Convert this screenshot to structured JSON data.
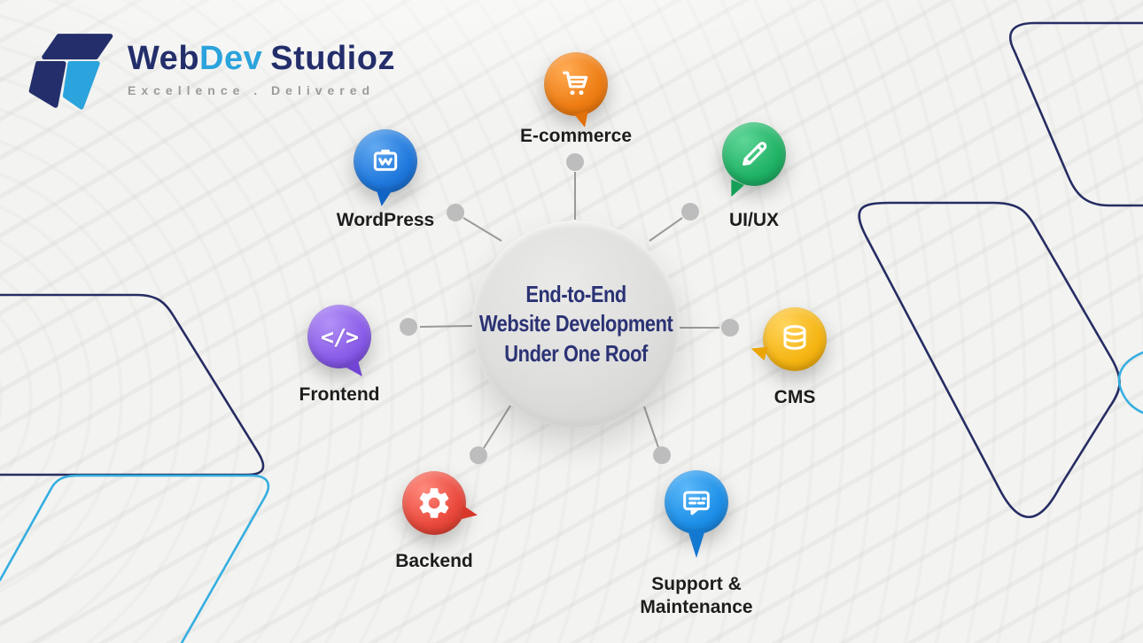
{
  "brand": {
    "word1": "Web",
    "word2": "Dev",
    "word3": "Studioz",
    "tagline": "Excellence . Delivered",
    "colors": {
      "navy": "#232e6b",
      "blue": "#2ba3dc",
      "tagline_gray": "#9b9b9b"
    }
  },
  "center": {
    "line1": "End-to-End",
    "line2": "Website Development",
    "line3": "Under One Roof",
    "text_color": "#2b3274",
    "circle_color": "#dddddc"
  },
  "connectors": {
    "line_color": "#9a9a9a",
    "dot_color": "#bdbdbd",
    "count": 7
  },
  "decor": {
    "outline_navy": "#262d63",
    "outline_cyan": "#35aee0"
  },
  "nodes": {
    "ecommerce": {
      "label": "E-commerce",
      "icon": "shopping-cart-icon",
      "color": "#ee7d14"
    },
    "wordpress": {
      "label": "WordPress",
      "icon": "wordpress-board-icon",
      "color": "#2079dd"
    },
    "uiux": {
      "label": "UI/UX",
      "icon": "pencil-icon",
      "color": "#21b366"
    },
    "frontend": {
      "label": "Frontend",
      "icon": "code-icon",
      "glyph": "</>",
      "color": "#8a5ce8"
    },
    "cms": {
      "label": "CMS",
      "icon": "database-icon",
      "color": "#f5b513"
    },
    "backend": {
      "label": "Backend",
      "icon": "gear-icon",
      "color": "#ea4a3d"
    },
    "support": {
      "label_line1": "Support &",
      "label_line2": "Maintenance",
      "icon": "chat-bubble-icon",
      "color": "#1e90e8"
    }
  }
}
